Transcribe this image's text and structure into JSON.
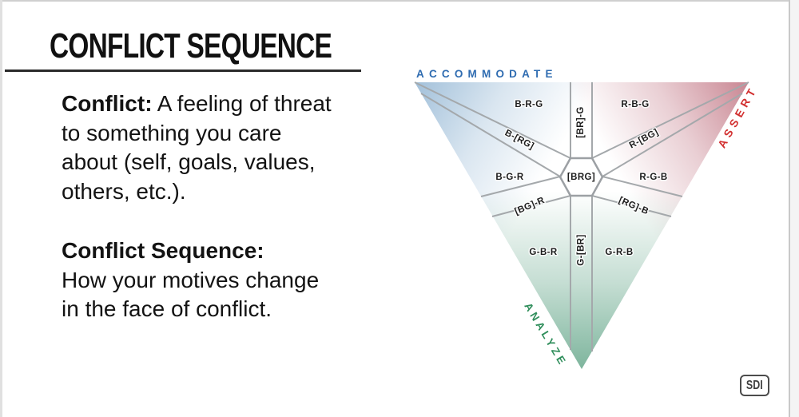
{
  "slide": {
    "title": "CONFLICT SEQUENCE"
  },
  "body": {
    "p1": {
      "bold": "Conflict:",
      "line1": "A feeling of threat",
      "line2": "to something you care",
      "line3": "about (self, goals, values,",
      "line4": "others, etc.)."
    },
    "p2": {
      "bold": "Conflict Sequence:",
      "line1": "How your motives change",
      "line2": "in the face of conflict."
    }
  },
  "triangle": {
    "edge_labels": {
      "top": "ACCOMMODATE",
      "right": "ASSERT",
      "bottom_left": "ANALYZE"
    },
    "colors": {
      "accommodate_text": "#2F6CB1",
      "assert_text": "#D23030",
      "analyze_text": "#2F8E5B",
      "blue_corner": "#9DBDD8",
      "red_corner": "#C6808D",
      "green_corner": "#7EB59D",
      "divider_line": "#A4A8AB",
      "region_label": "#1C1C1C"
    },
    "regions": [
      {
        "label": "B-R-G"
      },
      {
        "label": "[BR]-G"
      },
      {
        "label": "R-B-G"
      },
      {
        "label": "B-[RG]"
      },
      {
        "label": "R-[BG]"
      },
      {
        "label": "B-G-R"
      },
      {
        "label": "[BRG]"
      },
      {
        "label": "R-G-B"
      },
      {
        "label": "[BG]-R"
      },
      {
        "label": "[RG]-B"
      },
      {
        "label": "G-B-R"
      },
      {
        "label": "G-[BR]"
      },
      {
        "label": "G-R-B"
      }
    ]
  },
  "footer": {
    "logo": "SDI"
  }
}
